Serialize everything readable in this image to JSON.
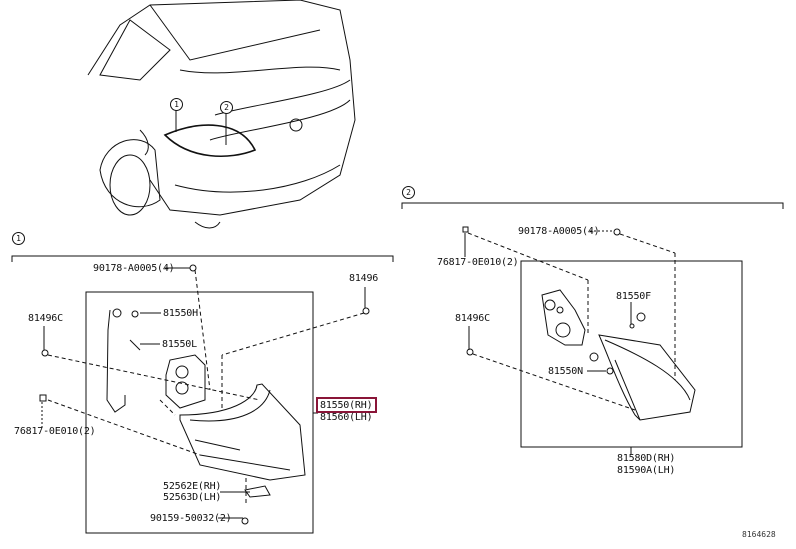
{
  "callouts": {
    "one": "1",
    "two": "2"
  },
  "left_group": {
    "screw": "90178-A0005(4)",
    "clip_right": "81496",
    "clip_left": "81496C",
    "bulb_h": "81550H",
    "bulb_l": "81550L",
    "lamp_rh": "81550(RH)",
    "lamp_lh": "81560(LH)",
    "nut": "76817-0E010(2)",
    "bracket_rh": "52562E(RH)",
    "bracket_lh": "52563D(LH)",
    "bolt": "90159-50032(2)"
  },
  "right_group": {
    "screw": "90178-A0005(4)",
    "nut": "76817-0E010(2)",
    "bulb_f": "81550F",
    "clip": "81496C",
    "bulb_n": "81550N",
    "lamp_rh": "81580D(RH)",
    "lamp_lh": "81590A(LH)"
  },
  "diagram_code": "8164628",
  "highlight_color": "#8a1538"
}
